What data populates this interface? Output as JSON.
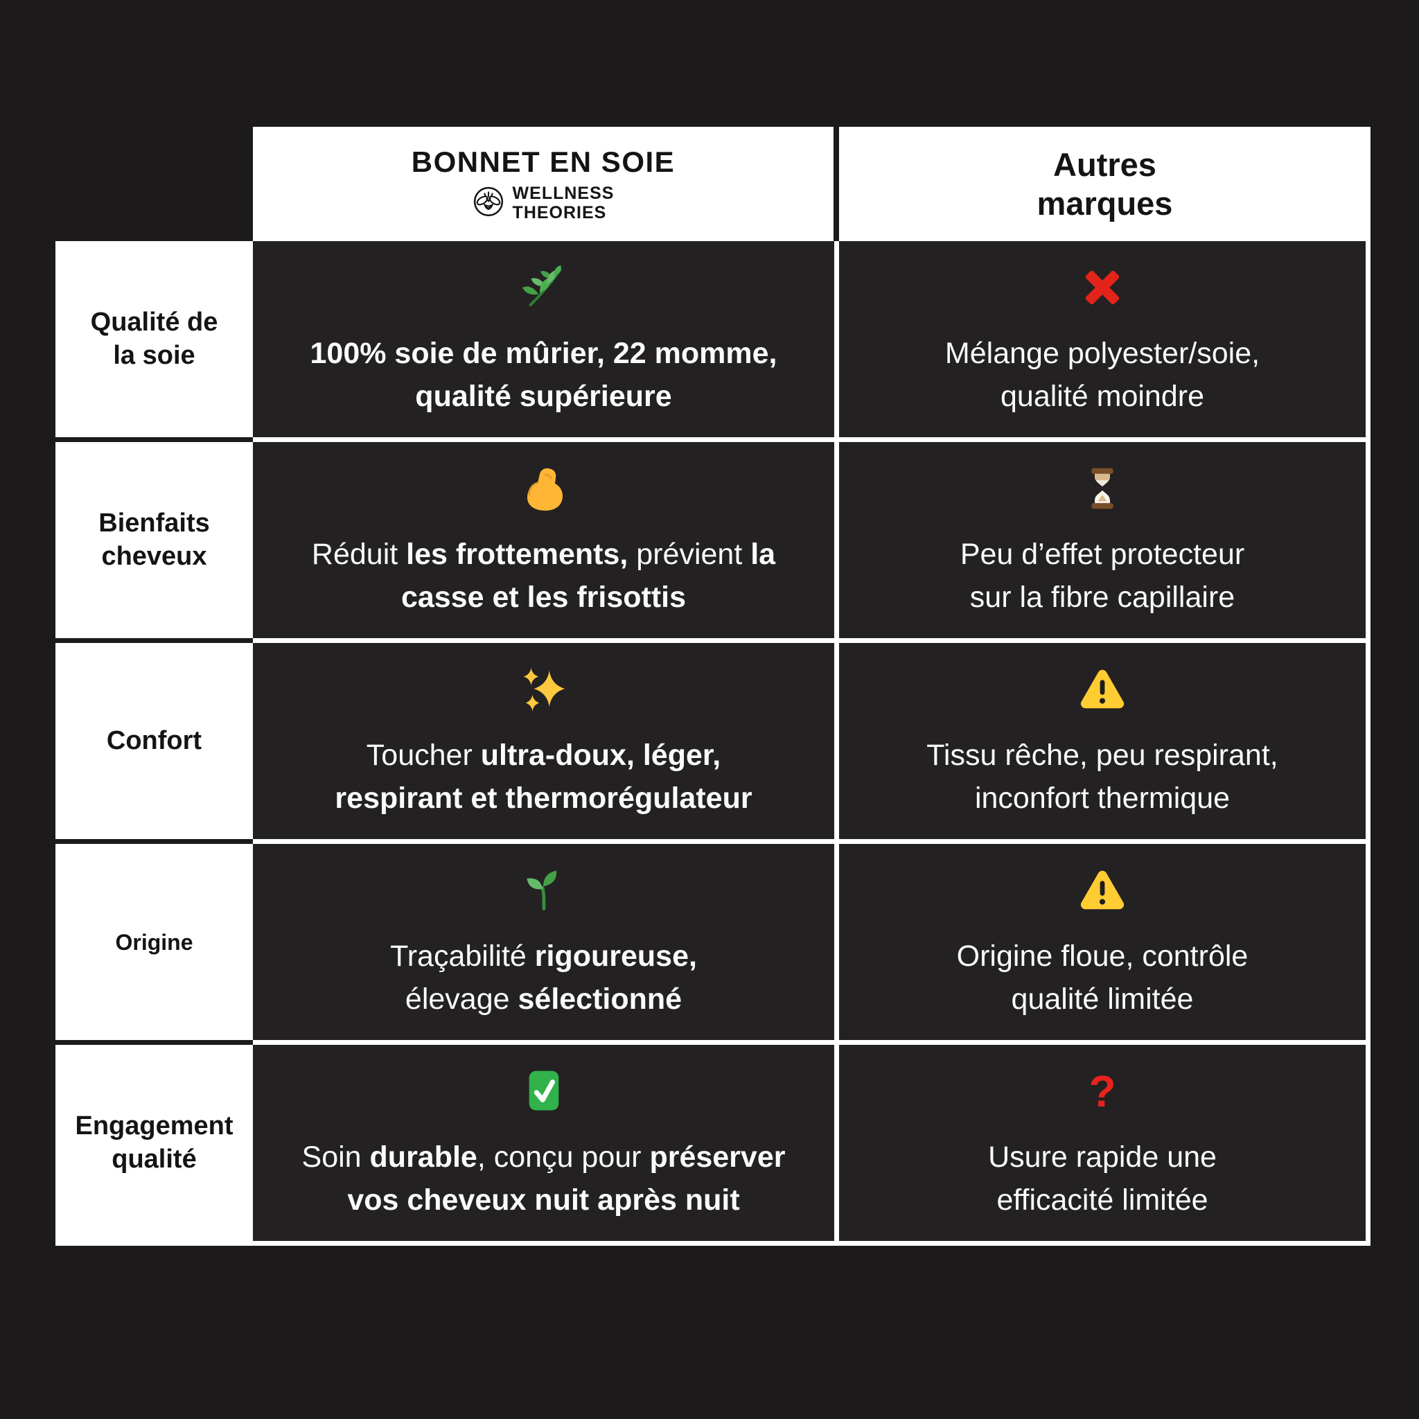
{
  "header": {
    "brand": {
      "title": "BONNET EN SOIE",
      "logo_icon": "bee-logo-icon",
      "wordmark_line1": "WELLNESS",
      "wordmark_line2": "THEORIES"
    },
    "other": {
      "line1": "Autres",
      "line2": "marques"
    }
  },
  "rows": [
    {
      "label": "Qualité de\nla soie",
      "brand": {
        "icon": "herb-icon",
        "segments": [
          {
            "text": "100% soie de mûrier, 22 momme,\nqualité supérieure",
            "bold": true
          }
        ]
      },
      "other": {
        "icon": "cross-mark-icon",
        "segments": [
          {
            "text": "Mélange polyester/soie,\nqualité moindre",
            "bold": false
          }
        ]
      }
    },
    {
      "label": "Bienfaits\ncheveux",
      "brand": {
        "icon": "flexed-biceps-icon",
        "segments": [
          {
            "text": "Réduit ",
            "bold": false
          },
          {
            "text": "les frottements,",
            "bold": true
          },
          {
            "text": " prévient ",
            "bold": false
          },
          {
            "text": "la\ncasse et les frisottis",
            "bold": true
          }
        ]
      },
      "other": {
        "icon": "hourglass-icon",
        "segments": [
          {
            "text": "Peu d’effet protecteur\nsur la fibre capillaire",
            "bold": false
          }
        ]
      }
    },
    {
      "label": "Confort",
      "brand": {
        "icon": "sparkles-icon",
        "segments": [
          {
            "text": "Toucher ",
            "bold": false
          },
          {
            "text": "ultra-doux, léger,\nrespirant et thermorégulateur",
            "bold": true
          }
        ]
      },
      "other": {
        "icon": "warning-icon",
        "segments": [
          {
            "text": "Tissu rêche, peu respirant,\ninconfort thermique",
            "bold": false
          }
        ]
      }
    },
    {
      "label": "Origine",
      "brand": {
        "icon": "seedling-icon",
        "segments": [
          {
            "text": "Traçabilité ",
            "bold": false
          },
          {
            "text": "rigoureuse,",
            "bold": true
          },
          {
            "text": "\nélevage ",
            "bold": false
          },
          {
            "text": "sélectionné",
            "bold": true
          }
        ]
      },
      "other": {
        "icon": "warning-icon",
        "segments": [
          {
            "text": "Origine floue, contrôle\nqualité limitée",
            "bold": false
          }
        ]
      }
    },
    {
      "label": "Engagement\nqualité",
      "brand": {
        "icon": "check-mark-icon",
        "segments": [
          {
            "text": "Soin ",
            "bold": false
          },
          {
            "text": "durable",
            "bold": true
          },
          {
            "text": ", conçu pour ",
            "bold": false
          },
          {
            "text": "préserver\nvos cheveux nuit après nuit",
            "bold": true
          }
        ]
      },
      "other": {
        "icon": "red-question-icon",
        "segments": [
          {
            "text": "Usure rapide une\nefficacité limitée",
            "bold": false
          }
        ]
      }
    }
  ],
  "colors": {
    "page_background": "#1c1a1b",
    "cell_background": "#242122",
    "header_background": "#ffffff",
    "text_dark": "#141414",
    "text_light": "#fafafa",
    "cross_red": "#e3241b",
    "warning_yellow": "#ffcc32",
    "check_green": "#31b24b",
    "question_red": "#e8231c",
    "herb_green": "#4caf50",
    "biceps_yellow": "#ffb636",
    "sparkles_yellow": "#ffc93d",
    "hourglass_brown": "#7a4e28"
  }
}
